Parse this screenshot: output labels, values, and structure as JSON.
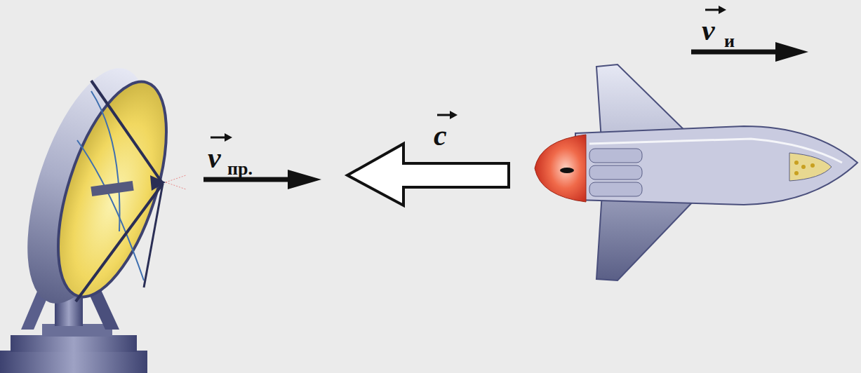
{
  "diagram": {
    "labels": [
      "v",
      "и",
      "c",
      "v",
      "пр."
    ]
  }
}
